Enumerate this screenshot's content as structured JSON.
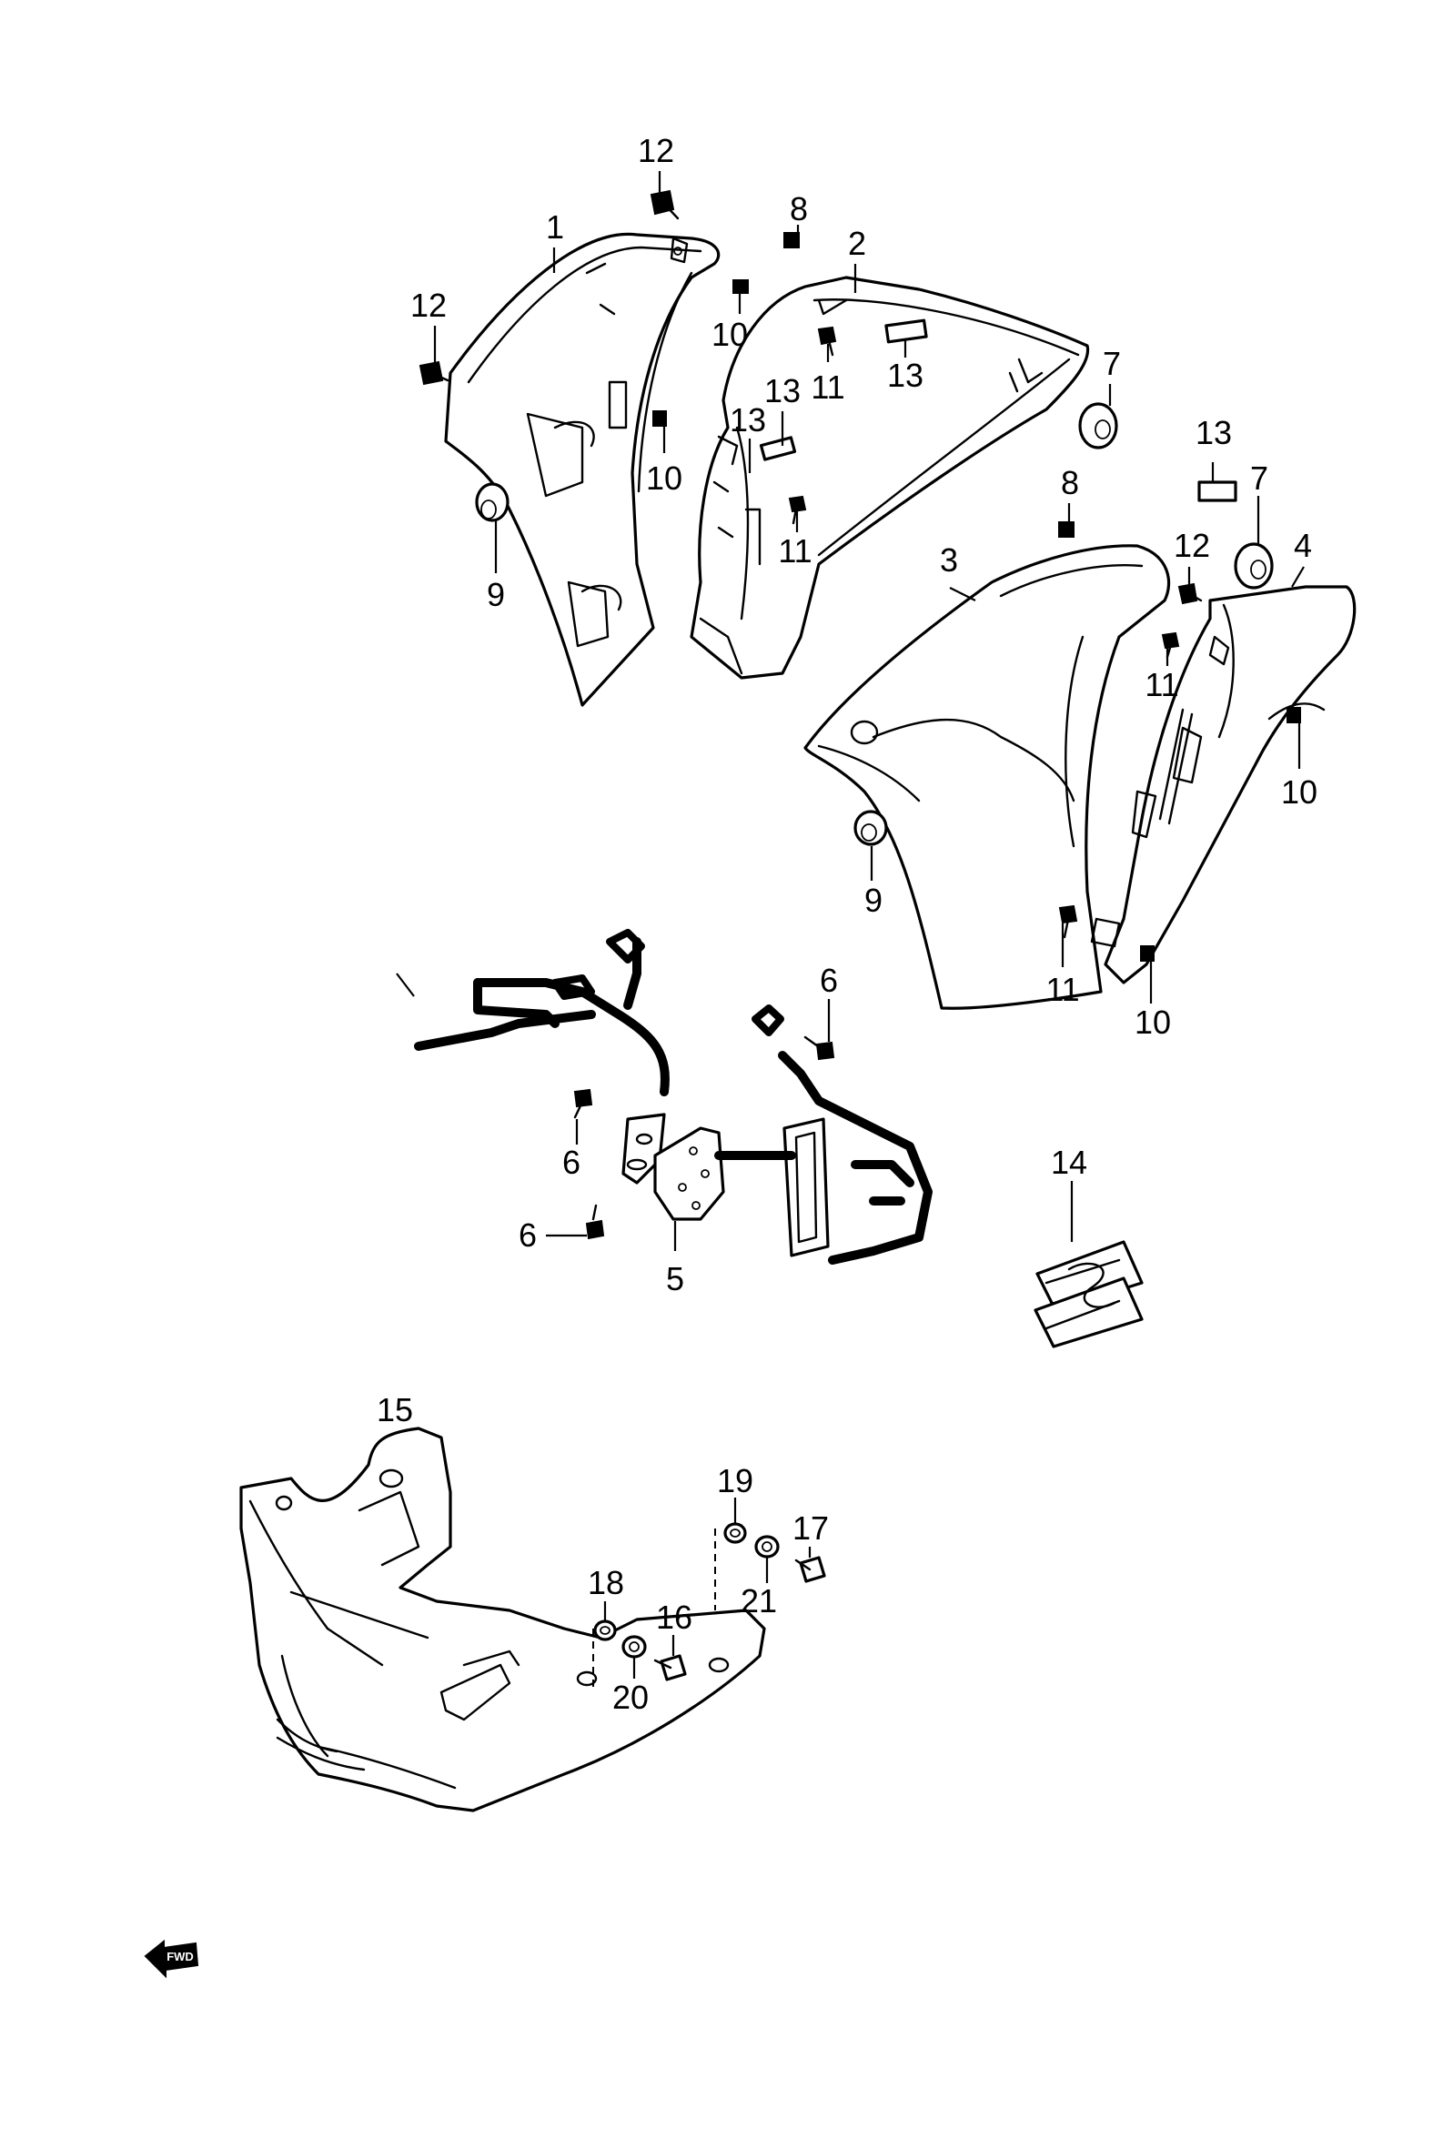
{
  "callouts": [
    {
      "id": "c-1",
      "label": "1"
    },
    {
      "id": "c-2",
      "label": "2"
    },
    {
      "id": "c-3",
      "label": "3"
    },
    {
      "id": "c-4",
      "label": "4"
    },
    {
      "id": "c-5",
      "label": "5"
    },
    {
      "id": "c-6a",
      "label": "6"
    },
    {
      "id": "c-6b",
      "label": "6"
    },
    {
      "id": "c-6c",
      "label": "6"
    },
    {
      "id": "c-7a",
      "label": "7"
    },
    {
      "id": "c-7b",
      "label": "7"
    },
    {
      "id": "c-8a",
      "label": "8"
    },
    {
      "id": "c-8b",
      "label": "8"
    },
    {
      "id": "c-9a",
      "label": "9"
    },
    {
      "id": "c-9b",
      "label": "9"
    },
    {
      "id": "c-10a",
      "label": "10"
    },
    {
      "id": "c-10b",
      "label": "10"
    },
    {
      "id": "c-10c",
      "label": "10"
    },
    {
      "id": "c-10d",
      "label": "10"
    },
    {
      "id": "c-11a",
      "label": "11"
    },
    {
      "id": "c-11b",
      "label": "11"
    },
    {
      "id": "c-11c",
      "label": "11"
    },
    {
      "id": "c-11d",
      "label": "11"
    },
    {
      "id": "c-12a",
      "label": "12"
    },
    {
      "id": "c-12b",
      "label": "12"
    },
    {
      "id": "c-12c",
      "label": "12"
    },
    {
      "id": "c-13a",
      "label": "13"
    },
    {
      "id": "c-13b",
      "label": "13"
    },
    {
      "id": "c-13c",
      "label": "13"
    },
    {
      "id": "c-13d",
      "label": "13"
    },
    {
      "id": "c-14",
      "label": "14"
    },
    {
      "id": "c-15",
      "label": "15"
    },
    {
      "id": "c-16",
      "label": "16"
    },
    {
      "id": "c-17",
      "label": "17"
    },
    {
      "id": "c-18",
      "label": "18"
    },
    {
      "id": "c-19",
      "label": "19"
    },
    {
      "id": "c-20",
      "label": "20"
    },
    {
      "id": "c-21",
      "label": "21"
    }
  ],
  "fwd_badge": {
    "label": "FWD"
  }
}
